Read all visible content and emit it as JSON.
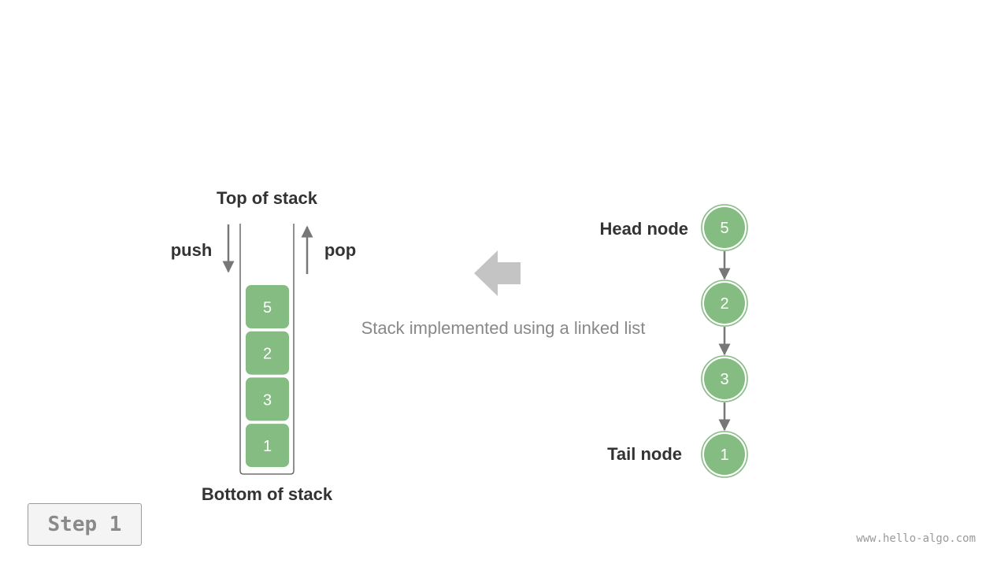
{
  "stack": {
    "top_label": "Top of stack",
    "bottom_label": "Bottom of stack",
    "push_label": "push",
    "pop_label": "pop",
    "items": [
      "5",
      "2",
      "3",
      "1"
    ]
  },
  "linked_list": {
    "head_label": "Head node",
    "tail_label": "Tail node",
    "nodes": [
      "5",
      "2",
      "3",
      "1"
    ]
  },
  "caption": "Stack implemented using a linked list",
  "step": {
    "label": "Step 1"
  },
  "footer": "www.hello-algo.com",
  "colors": {
    "node_fill": "#84bc82",
    "node_stroke": "#5f9c5d",
    "arrow": "#777777",
    "big_arrow": "#c4c4c4",
    "container": "#555555"
  }
}
